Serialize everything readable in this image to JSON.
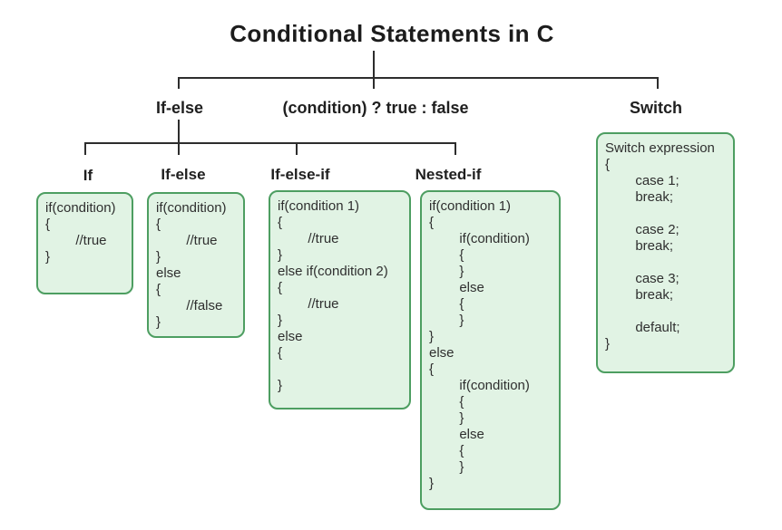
{
  "title": "Conditional Statements in C",
  "branches": [
    {
      "label": "If-else"
    },
    {
      "label": "(condition) ? true : false"
    },
    {
      "label": "Switch"
    }
  ],
  "sub_branches": [
    {
      "label": "If"
    },
    {
      "label": "If-else"
    },
    {
      "label": "If-else-if"
    },
    {
      "label": "Nested-if"
    }
  ],
  "code_boxes": {
    "if": {
      "code": "if(condition)\n{\n        //true\n}"
    },
    "if_else": {
      "code": "if(condition)\n{\n        //true\n}\nelse\n{\n        //false\n}"
    },
    "if_else_if": {
      "code": "if(condition 1)\n{\n        //true\n}\nelse if(condition 2)\n{\n        //true\n}\nelse\n{\n\n}"
    },
    "nested_if": {
      "code": "if(condition 1)\n{\n        if(condition)\n        {\n        }\n        else\n        {\n        }\n}\nelse\n{\n        if(condition)\n        {\n        }\n        else\n        {\n        }\n}"
    },
    "switch": {
      "code": "Switch expression\n{\n        case 1;\n        break;\n\n        case 2;\n        break;\n\n        case 3;\n        break;\n\n        default;\n}"
    }
  },
  "colors": {
    "box_border": "#4d9e61",
    "box_background": "#e1f3e4",
    "connector_line": "#2d2d2d",
    "text": "#1f1f1f"
  }
}
